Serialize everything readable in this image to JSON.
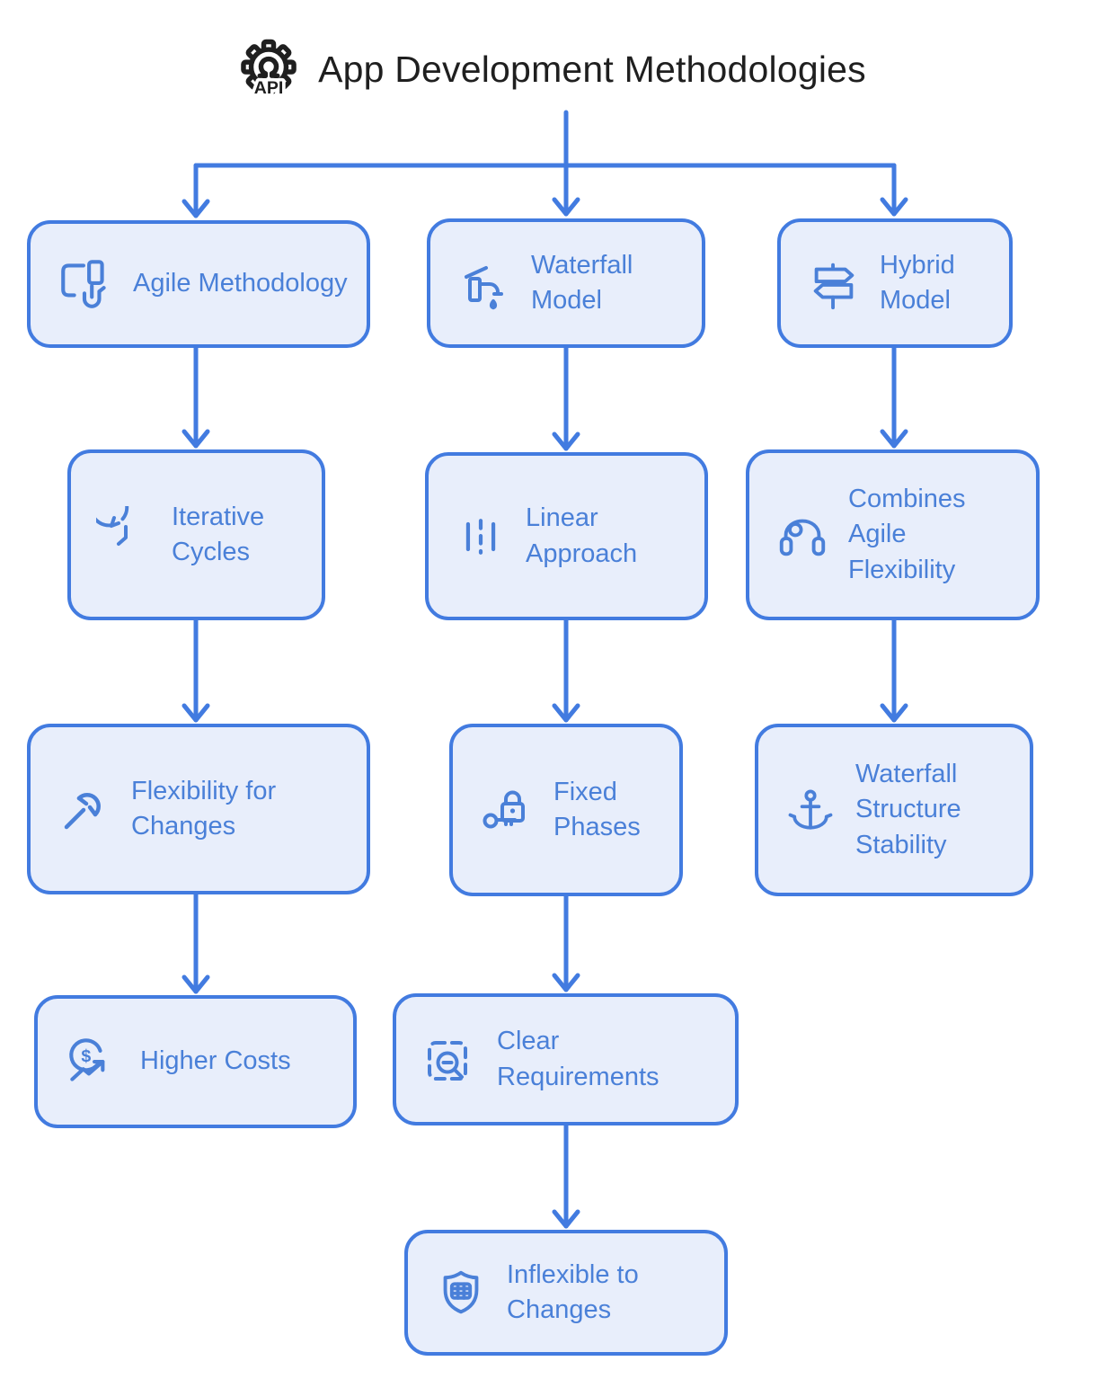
{
  "title": {
    "text": "App Development Methodologies",
    "icon": "api-gear-icon",
    "icon_text": "API"
  },
  "colors": {
    "accent_line": "#427be0",
    "node_border": "#427be0",
    "node_fill": "#e8eefb",
    "node_text": "#4a80d8",
    "icon_stroke": "#4a80d8",
    "title_text": "#1f1f1f",
    "background": "#ffffff"
  },
  "nodes": {
    "agile_methodology": {
      "label": "Agile Methodology",
      "icon": "devices-touch-icon"
    },
    "waterfall_model": {
      "label": "Waterfall Model",
      "icon": "faucet-icon"
    },
    "hybrid_model": {
      "label": "Hybrid Model",
      "icon": "signpost-icon"
    },
    "iterative_cycles": {
      "label": "Iterative Cycles",
      "icon": "clock-history-icon"
    },
    "linear_approach": {
      "label": "Linear Approach",
      "icon": "road-lanes-icon"
    },
    "combines_agile_flexibility": {
      "label": "Combines Agile Flexibility",
      "icon": "jump-rope-icon"
    },
    "flexibility_for_changes": {
      "label": "Flexibility for Changes",
      "icon": "wrench-icon"
    },
    "fixed_phases": {
      "label": "Fixed Phases",
      "icon": "lock-key-icon"
    },
    "waterfall_structure_stability": {
      "label": "Waterfall Structure Stability",
      "icon": "anchor-icon"
    },
    "higher_costs": {
      "label": "Higher Costs",
      "icon": "dollar-growth-icon"
    },
    "clear_requirements": {
      "label": "Clear Requirements",
      "icon": "scan-search-icon"
    },
    "inflexible_to_changes": {
      "label": "Inflexible to Changes",
      "icon": "shield-table-icon"
    }
  },
  "icon_glyphs": {
    "dollar_symbol": "$"
  },
  "edges": [
    {
      "from": "title",
      "to": "agile_methodology"
    },
    {
      "from": "title",
      "to": "waterfall_model"
    },
    {
      "from": "title",
      "to": "hybrid_model"
    },
    {
      "from": "agile_methodology",
      "to": "iterative_cycles"
    },
    {
      "from": "iterative_cycles",
      "to": "flexibility_for_changes"
    },
    {
      "from": "flexibility_for_changes",
      "to": "higher_costs"
    },
    {
      "from": "waterfall_model",
      "to": "linear_approach"
    },
    {
      "from": "linear_approach",
      "to": "fixed_phases"
    },
    {
      "from": "fixed_phases",
      "to": "clear_requirements"
    },
    {
      "from": "clear_requirements",
      "to": "inflexible_to_changes"
    },
    {
      "from": "hybrid_model",
      "to": "combines_agile_flexibility"
    },
    {
      "from": "combines_agile_flexibility",
      "to": "waterfall_structure_stability"
    }
  ]
}
